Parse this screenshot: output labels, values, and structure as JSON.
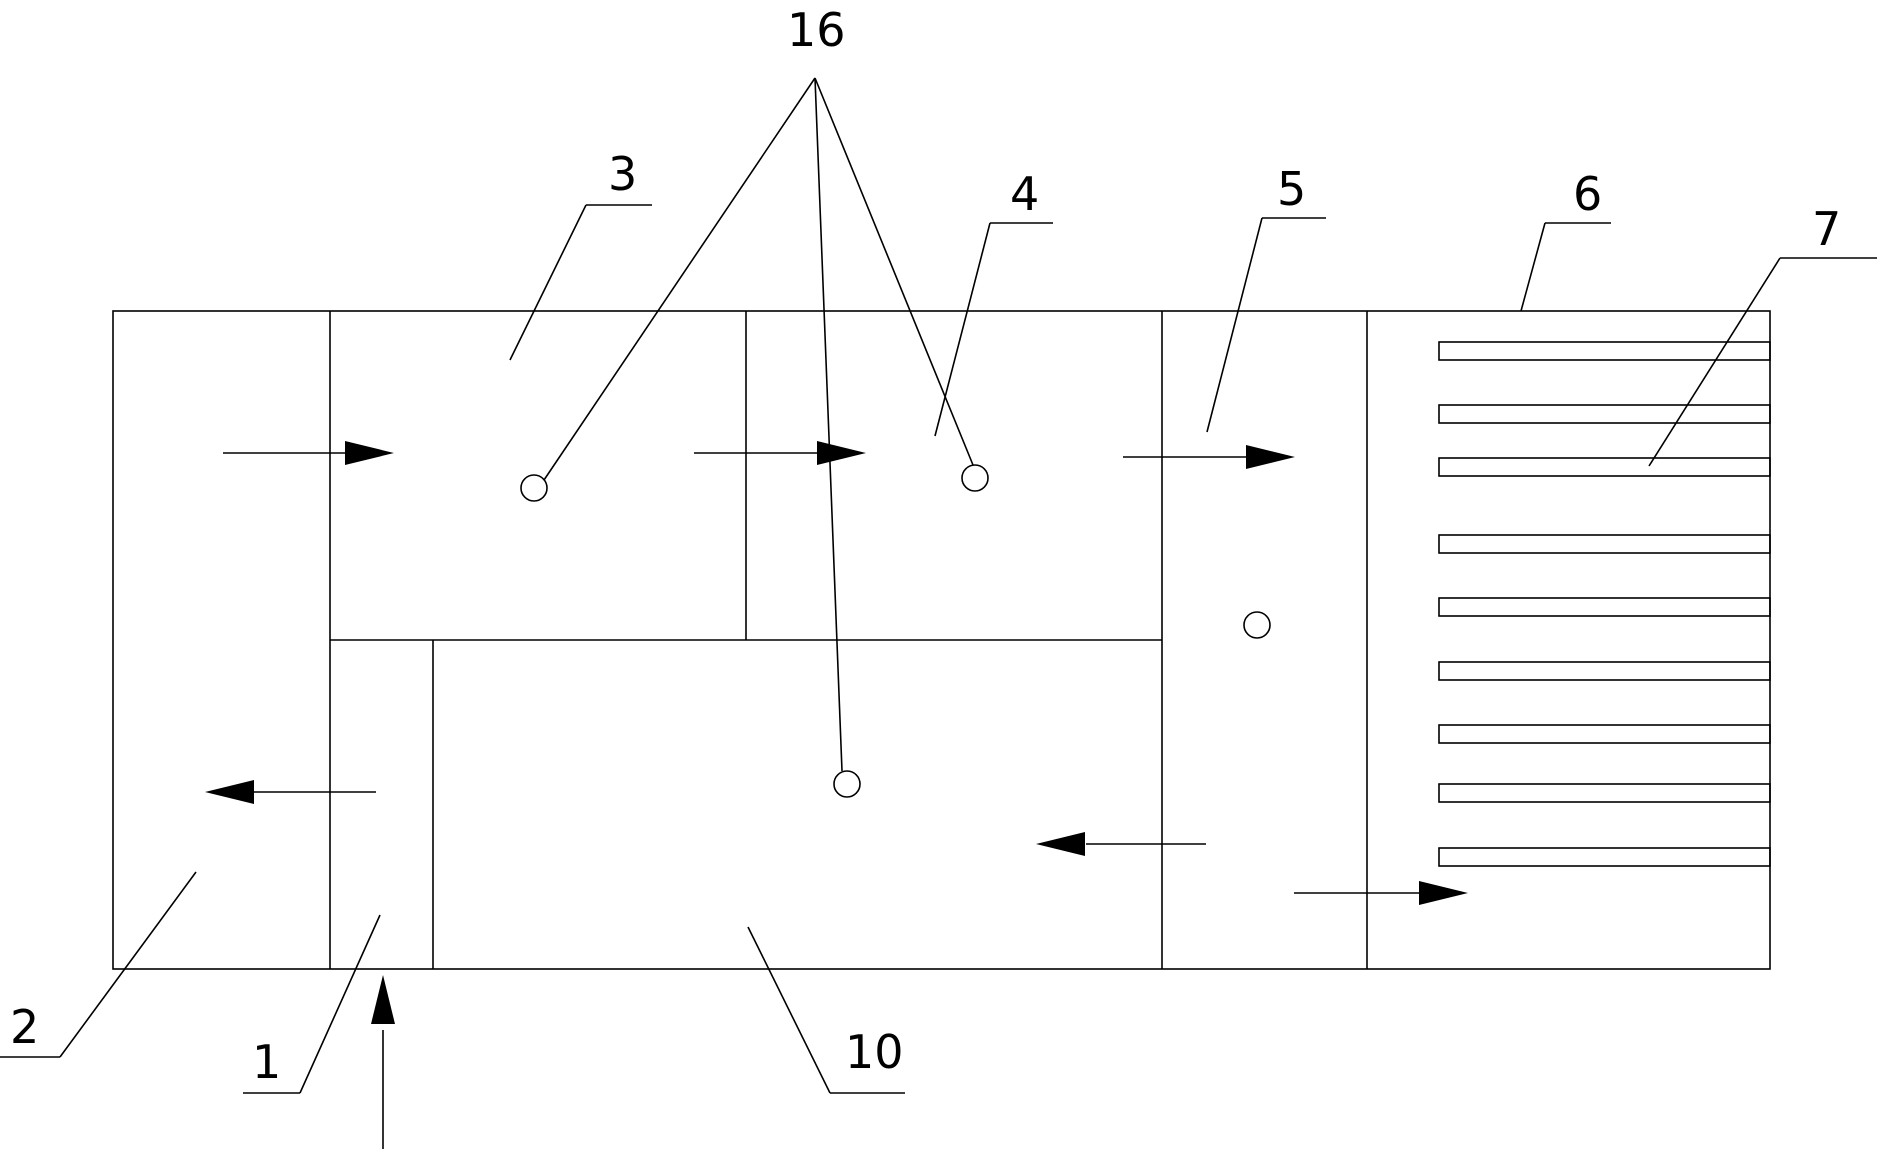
{
  "diagram": {
    "line_color": "#000000",
    "background": "#ffffff",
    "labels": {
      "l16": "16",
      "l3": "3",
      "l4": "4",
      "l5": "5",
      "l6": "6",
      "l7": "7",
      "l2": "2",
      "l1": "1",
      "l10": "10"
    }
  }
}
